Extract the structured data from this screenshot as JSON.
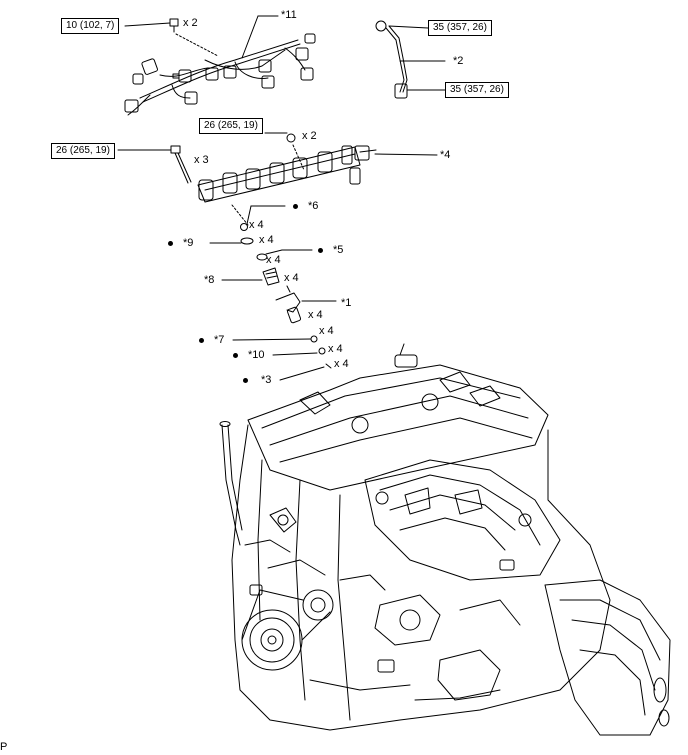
{
  "torque_boxes": [
    {
      "text": "10 (102, 7)"
    },
    {
      "text": "35 (357, 26)"
    },
    {
      "text": "35 (357, 26)"
    },
    {
      "text": "26 (265, 19)"
    },
    {
      "text": "26 (265, 19)"
    }
  ],
  "quantities": [
    "x 2",
    "x 2",
    "x 3",
    "x 4",
    "x 4",
    "x 4",
    "x 4",
    "x 4",
    "x 4",
    "x 4",
    "x 4"
  ],
  "callouts": [
    "*11",
    "*2",
    "*4",
    "*6",
    "*9",
    "*5",
    "*8",
    "*1",
    "*7",
    "*10",
    "*3"
  ],
  "corner_mark": "P"
}
